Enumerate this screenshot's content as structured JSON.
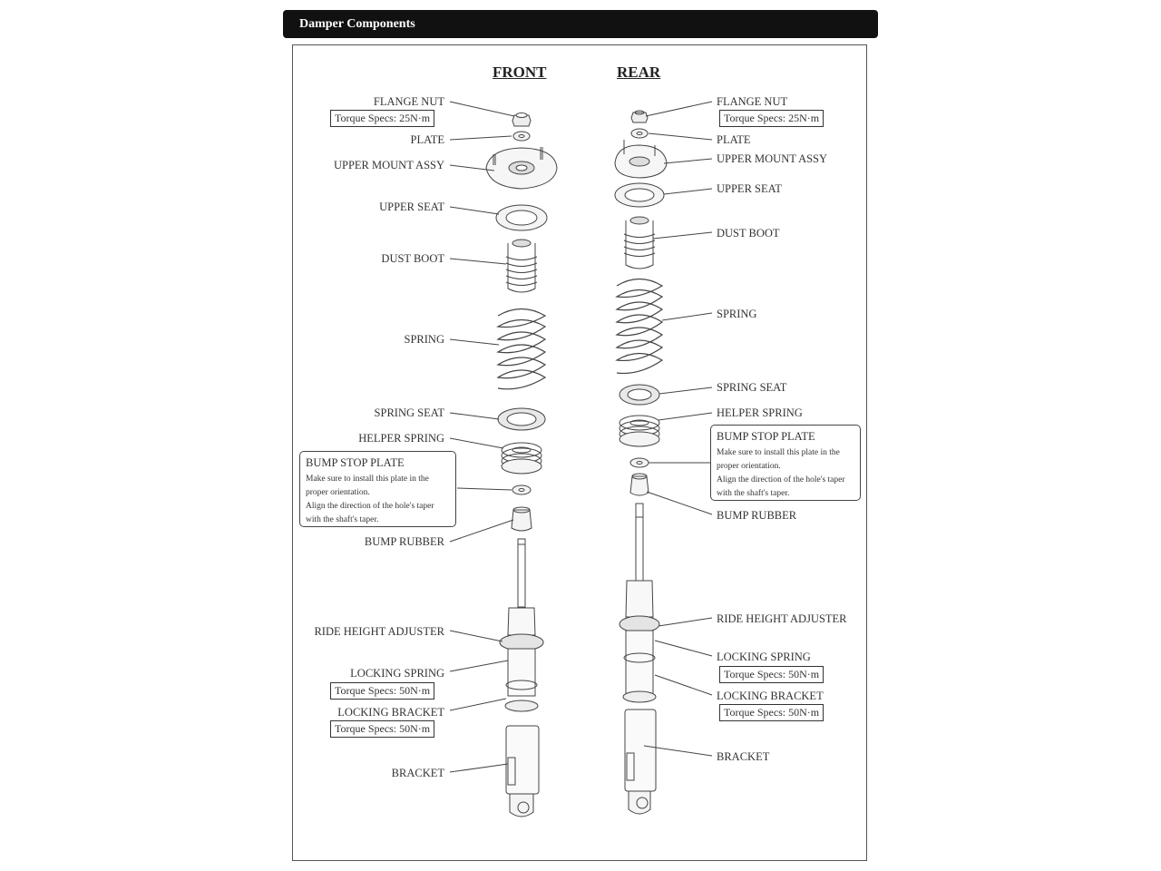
{
  "header": {
    "title": "Damper Components"
  },
  "columns": {
    "front": "FRONT",
    "rear": "REAR"
  },
  "front": {
    "flange_nut": "FLANGE NUT",
    "flange_torque": "Torque Specs: 25N·m",
    "plate": "PLATE",
    "upper_mount": "UPPER MOUNT ASSY",
    "upper_seat": "UPPER SEAT",
    "dust_boot": "DUST BOOT",
    "spring": "SPRING",
    "spring_seat": "SPRING SEAT",
    "helper_spring": "HELPER SPRING",
    "bump_stop_title": "BUMP STOP PLATE",
    "bump_stop_line1": "Make sure to install this plate in the",
    "bump_stop_line2": "proper orientation.",
    "bump_stop_line3": "Align the direction of the hole's taper",
    "bump_stop_line4": "with the shaft's taper.",
    "bump_rubber": "BUMP RUBBER",
    "ride_height": "RIDE HEIGHT ADJUSTER",
    "locking_spring": "LOCKING SPRING",
    "locking_spring_torque": "Torque Specs: 50N·m",
    "locking_bracket": "LOCKING BRACKET",
    "locking_bracket_torque": "Torque Specs: 50N·m",
    "bracket": "BRACKET"
  },
  "rear": {
    "flange_nut": "FLANGE NUT",
    "flange_torque": "Torque Specs: 25N·m",
    "plate": "PLATE",
    "upper_mount": "UPPER MOUNT ASSY",
    "upper_seat": "UPPER SEAT",
    "dust_boot": "DUST BOOT",
    "spring": "SPRING",
    "spring_seat": "SPRING SEAT",
    "helper_spring": "HELPER SPRING",
    "bump_stop_title": "BUMP STOP PLATE",
    "bump_stop_line1": "Make sure to install this plate in the",
    "bump_stop_line2": "proper orientation.",
    "bump_stop_line3": "Align the direction of the hole's taper",
    "bump_stop_line4": "with the shaft's taper.",
    "bump_rubber": "BUMP RUBBER",
    "ride_height": "RIDE HEIGHT ADJUSTER",
    "locking_spring": "LOCKING SPRING",
    "locking_spring_torque": "Torque Specs: 50N·m",
    "locking_bracket": "LOCKING BRACKET",
    "locking_bracket_torque": "Torque Specs: 50N·m",
    "bracket": "BRACKET"
  }
}
